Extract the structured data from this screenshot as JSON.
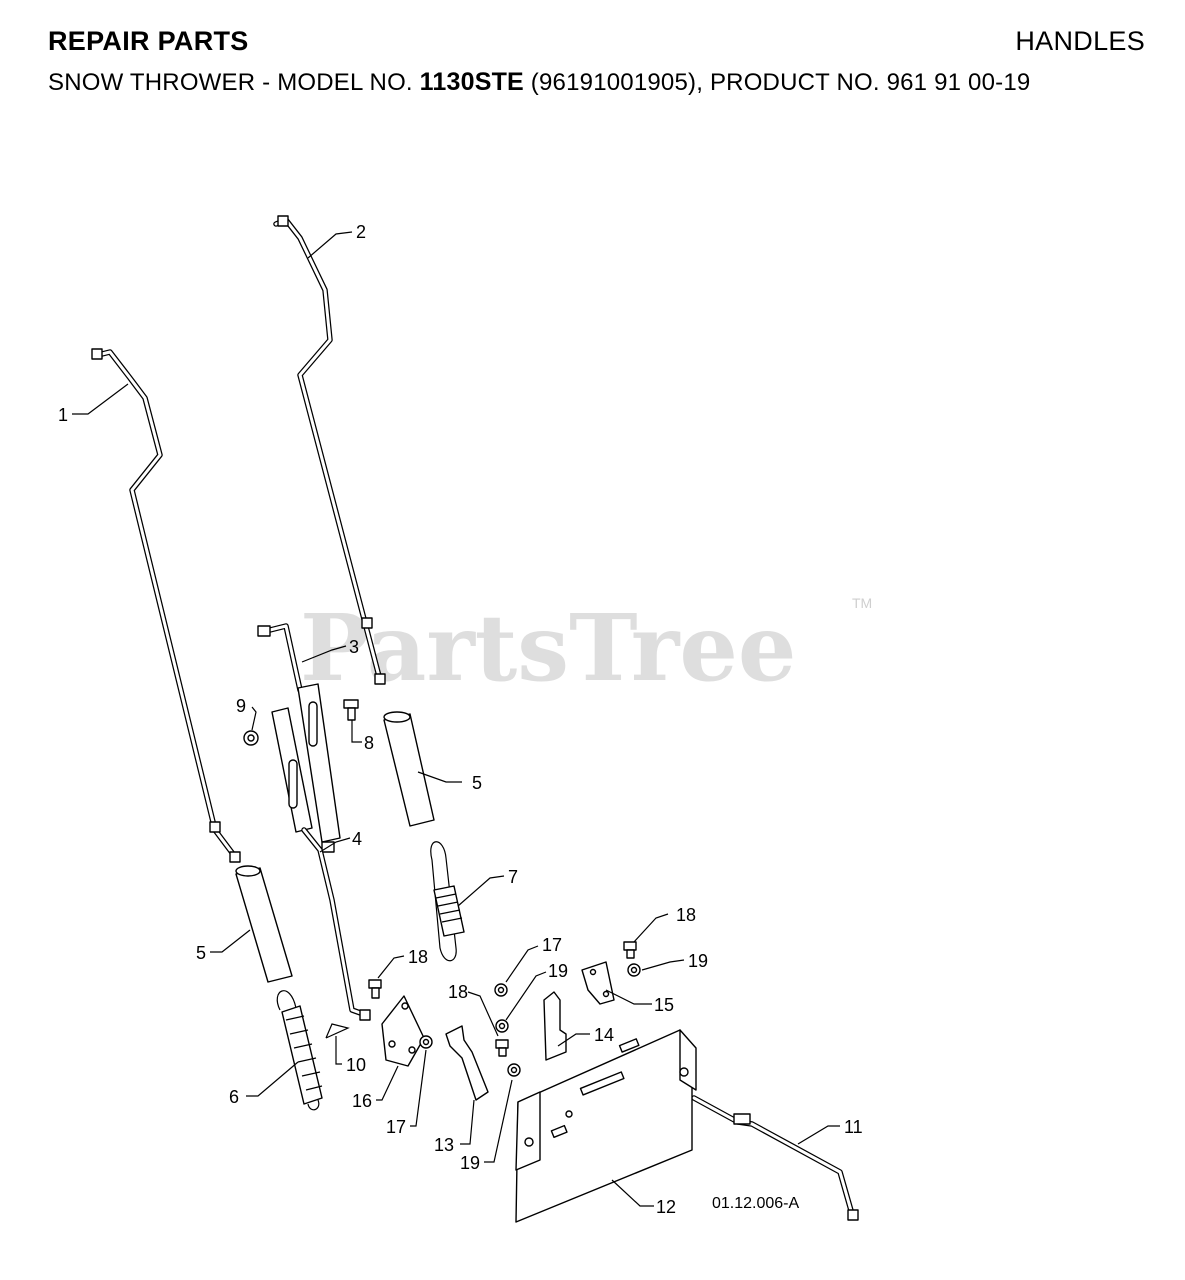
{
  "header": {
    "left_title": "REPAIR PARTS",
    "right_title": "HANDLES",
    "subtitle_prefix": "SNOW THROWER - MODEL NO. ",
    "model_no": "1130STE",
    "subtitle_suffix": " (96191001905), PRODUCT NO. 961 91 00-19"
  },
  "watermark": {
    "text": "PartsTree",
    "tm": "TM"
  },
  "drawing_ref": "01.12.006-A",
  "callouts": [
    {
      "id": "c1",
      "label": "1"
    },
    {
      "id": "c2",
      "label": "2"
    },
    {
      "id": "c3",
      "label": "3"
    },
    {
      "id": "c4",
      "label": "4"
    },
    {
      "id": "c5a",
      "label": "5"
    },
    {
      "id": "c5b",
      "label": "5"
    },
    {
      "id": "c6",
      "label": "6"
    },
    {
      "id": "c7",
      "label": "7"
    },
    {
      "id": "c8",
      "label": "8"
    },
    {
      "id": "c9",
      "label": "9"
    },
    {
      "id": "c10",
      "label": "10"
    },
    {
      "id": "c11",
      "label": "11"
    },
    {
      "id": "c12",
      "label": "12"
    },
    {
      "id": "c13",
      "label": "13"
    },
    {
      "id": "c14",
      "label": "14"
    },
    {
      "id": "c15",
      "label": "15"
    },
    {
      "id": "c16",
      "label": "16"
    },
    {
      "id": "c17a",
      "label": "17"
    },
    {
      "id": "c17b",
      "label": "17"
    },
    {
      "id": "c18a",
      "label": "18"
    },
    {
      "id": "c18b",
      "label": "18"
    },
    {
      "id": "c18c",
      "label": "18"
    },
    {
      "id": "c19a",
      "label": "19"
    },
    {
      "id": "c19b",
      "label": "19"
    },
    {
      "id": "c19c",
      "label": "19"
    }
  ]
}
